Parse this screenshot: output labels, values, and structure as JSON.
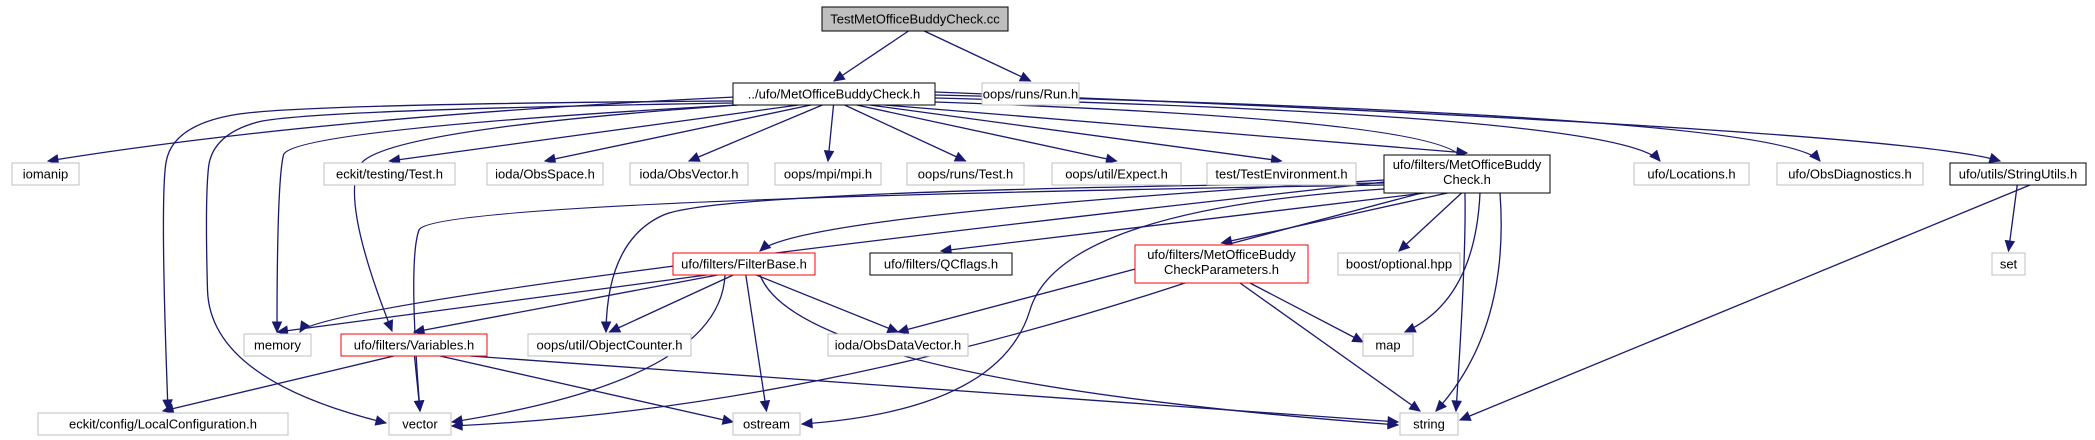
{
  "diagram": {
    "nodes": [
      {
        "id": "root",
        "label": "TestMetOfficeBuddyCheck.cc",
        "style": "root"
      },
      {
        "id": "buddy",
        "label": "../ufo/MetOfficeBuddyCheck.h",
        "style": "black"
      },
      {
        "id": "run",
        "label": "oops/runs/Run.h",
        "style": "gray"
      },
      {
        "id": "iomanip",
        "label": "iomanip",
        "style": "gray"
      },
      {
        "id": "ecktest",
        "label": "eckit/testing/Test.h",
        "style": "gray"
      },
      {
        "id": "obsspace",
        "label": "ioda/ObsSpace.h",
        "style": "gray"
      },
      {
        "id": "obsvector",
        "label": "ioda/ObsVector.h",
        "style": "gray"
      },
      {
        "id": "mpi",
        "label": "oops/mpi/mpi.h",
        "style": "gray"
      },
      {
        "id": "oopstest",
        "label": "oops/runs/Test.h",
        "style": "gray"
      },
      {
        "id": "expect",
        "label": "oops/util/Expect.h",
        "style": "gray"
      },
      {
        "id": "testenv",
        "label": "test/TestEnvironment.h",
        "style": "gray"
      },
      {
        "id": "filtbuddy",
        "label": [
          "ufo/filters/MetOfficeBuddy",
          "Check.h"
        ],
        "style": "black"
      },
      {
        "id": "locations",
        "label": "ufo/Locations.h",
        "style": "gray"
      },
      {
        "id": "obsdiag",
        "label": "ufo/ObsDiagnostics.h",
        "style": "gray"
      },
      {
        "id": "strutils",
        "label": "ufo/utils/StringUtils.h",
        "style": "black"
      },
      {
        "id": "filterbase",
        "label": "ufo/filters/FilterBase.h",
        "style": "red"
      },
      {
        "id": "qcflags",
        "label": "ufo/filters/QCflags.h",
        "style": "black"
      },
      {
        "id": "params",
        "label": [
          "ufo/filters/MetOfficeBuddy",
          "CheckParameters.h"
        ],
        "style": "red"
      },
      {
        "id": "boostopt",
        "label": "boost/optional.hpp",
        "style": "gray"
      },
      {
        "id": "set",
        "label": "set",
        "style": "gray"
      },
      {
        "id": "memory",
        "label": "memory",
        "style": "gray"
      },
      {
        "id": "variables",
        "label": "ufo/filters/Variables.h",
        "style": "red"
      },
      {
        "id": "objcounter",
        "label": "oops/util/ObjectCounter.h",
        "style": "gray"
      },
      {
        "id": "obsdatavec",
        "label": "ioda/ObsDataVector.h",
        "style": "gray"
      },
      {
        "id": "map",
        "label": "map",
        "style": "gray"
      },
      {
        "id": "localconf",
        "label": "eckit/config/LocalConfiguration.h",
        "style": "gray"
      },
      {
        "id": "vector",
        "label": "vector",
        "style": "gray"
      },
      {
        "id": "ostream",
        "label": "ostream",
        "style": "gray"
      },
      {
        "id": "string",
        "label": "string",
        "style": "gray"
      }
    ],
    "edges": [
      [
        "root",
        "buddy"
      ],
      [
        "root",
        "run"
      ],
      [
        "buddy",
        "iomanip"
      ],
      [
        "buddy",
        "localconf"
      ],
      [
        "buddy",
        "vector"
      ],
      [
        "buddy",
        "memory"
      ],
      [
        "buddy",
        "variables"
      ],
      [
        "buddy",
        "ecktest"
      ],
      [
        "buddy",
        "obsspace"
      ],
      [
        "buddy",
        "obsvector"
      ],
      [
        "buddy",
        "mpi"
      ],
      [
        "buddy",
        "oopstest"
      ],
      [
        "buddy",
        "expect"
      ],
      [
        "buddy",
        "testenv"
      ],
      [
        "buddy",
        "filtbuddy"
      ],
      [
        "buddy",
        "string"
      ],
      [
        "buddy",
        "locations"
      ],
      [
        "buddy",
        "obsdiag"
      ],
      [
        "buddy",
        "strutils"
      ],
      [
        "filtbuddy",
        "vector"
      ],
      [
        "filtbuddy",
        "memory"
      ],
      [
        "filtbuddy",
        "filterbase"
      ],
      [
        "filtbuddy",
        "objcounter"
      ],
      [
        "filtbuddy",
        "qcflags"
      ],
      [
        "filtbuddy",
        "obsdatavec"
      ],
      [
        "filtbuddy",
        "ostream"
      ],
      [
        "filtbuddy",
        "params"
      ],
      [
        "filtbuddy",
        "boostopt"
      ],
      [
        "filtbuddy",
        "map"
      ],
      [
        "filtbuddy",
        "string"
      ],
      [
        "strutils",
        "set"
      ],
      [
        "strutils",
        "string"
      ],
      [
        "filterbase",
        "memory"
      ],
      [
        "filterbase",
        "variables"
      ],
      [
        "filterbase",
        "objcounter"
      ],
      [
        "filterbase",
        "obsdatavec"
      ],
      [
        "filterbase",
        "vector"
      ],
      [
        "filterbase",
        "ostream"
      ],
      [
        "filterbase",
        "string"
      ],
      [
        "params",
        "vector"
      ],
      [
        "params",
        "map"
      ],
      [
        "params",
        "string"
      ],
      [
        "variables",
        "localconf"
      ],
      [
        "variables",
        "vector"
      ],
      [
        "variables",
        "ostream"
      ],
      [
        "variables",
        "string"
      ]
    ]
  }
}
